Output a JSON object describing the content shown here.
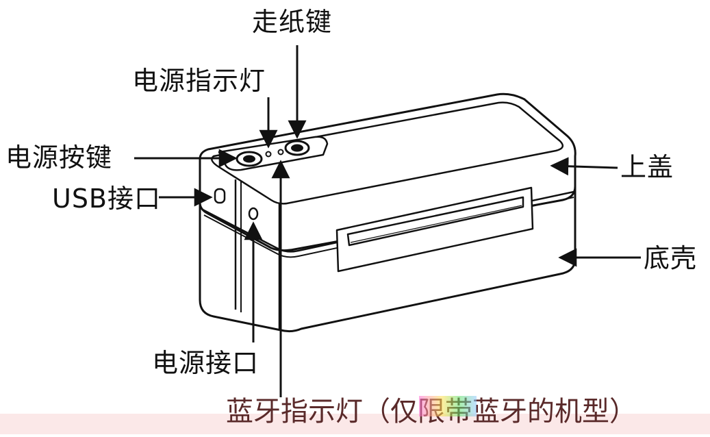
{
  "labels": {
    "feed_key": "走纸键",
    "power_led": "电源指示灯",
    "power_key": "电源按键",
    "usb_port": "USB接口",
    "top_cover": "上盖",
    "base_shell": "底壳",
    "dc_port": "电源接口",
    "bluetooth_led": "蓝牙指示灯（仅限带蓝牙的机型）"
  },
  "colors": {
    "line": "#111111",
    "fill": "#ffffff",
    "footer_band": "#fbe8e8",
    "footer_text": "#5a2a2a"
  }
}
